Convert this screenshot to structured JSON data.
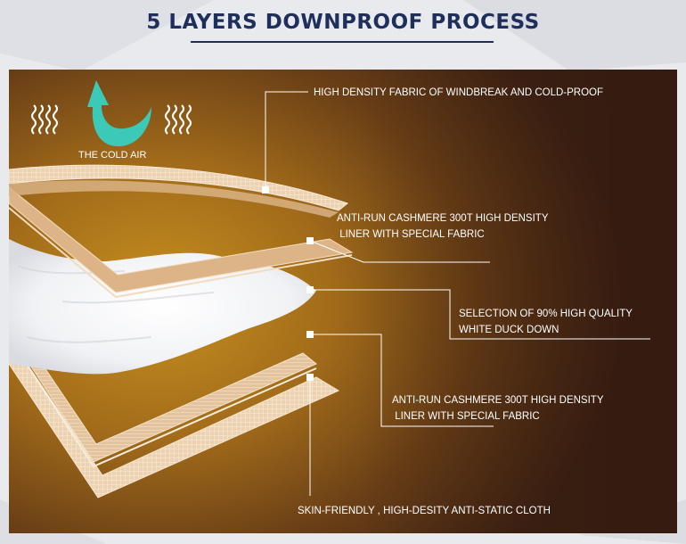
{
  "title": "5 LAYERS  DOWNPROOF PROCESS",
  "cold_air_label": "THE COLD AIR",
  "icons": {
    "arrow": "curved-up-arrow-icon",
    "wave": "heat-wave-icon",
    "arrow_color": "#3cc9b8"
  },
  "colors": {
    "title": "#1e2f5c",
    "panel_center": "#c8901f",
    "panel_edge": "#3e2114",
    "fabric": "#e7c9a3",
    "label_text": "#ffffff"
  },
  "layers": [
    {
      "line1": "HIGH DENSITY FABRIC OF WINDBREAK AND COLD-PROOF"
    },
    {
      "line1": "ANTI-RUN CASHMERE 300T HIGH DENSITY",
      "line2": " LINER WITH SPECIAL FABRIC"
    },
    {
      "line1": "SELECTION OF 90% HIGH QUALITY",
      "line2": "WHITE DUCK DOWN"
    },
    {
      "line1": "ANTI-RUN CASHMERE 300T HIGH DENSITY",
      "line2": " LINER WITH SPECIAL FABRIC"
    },
    {
      "line1": "SKIN-FRIENDLY , HIGH-DESITY ANTI-STATIC CLOTH"
    }
  ]
}
